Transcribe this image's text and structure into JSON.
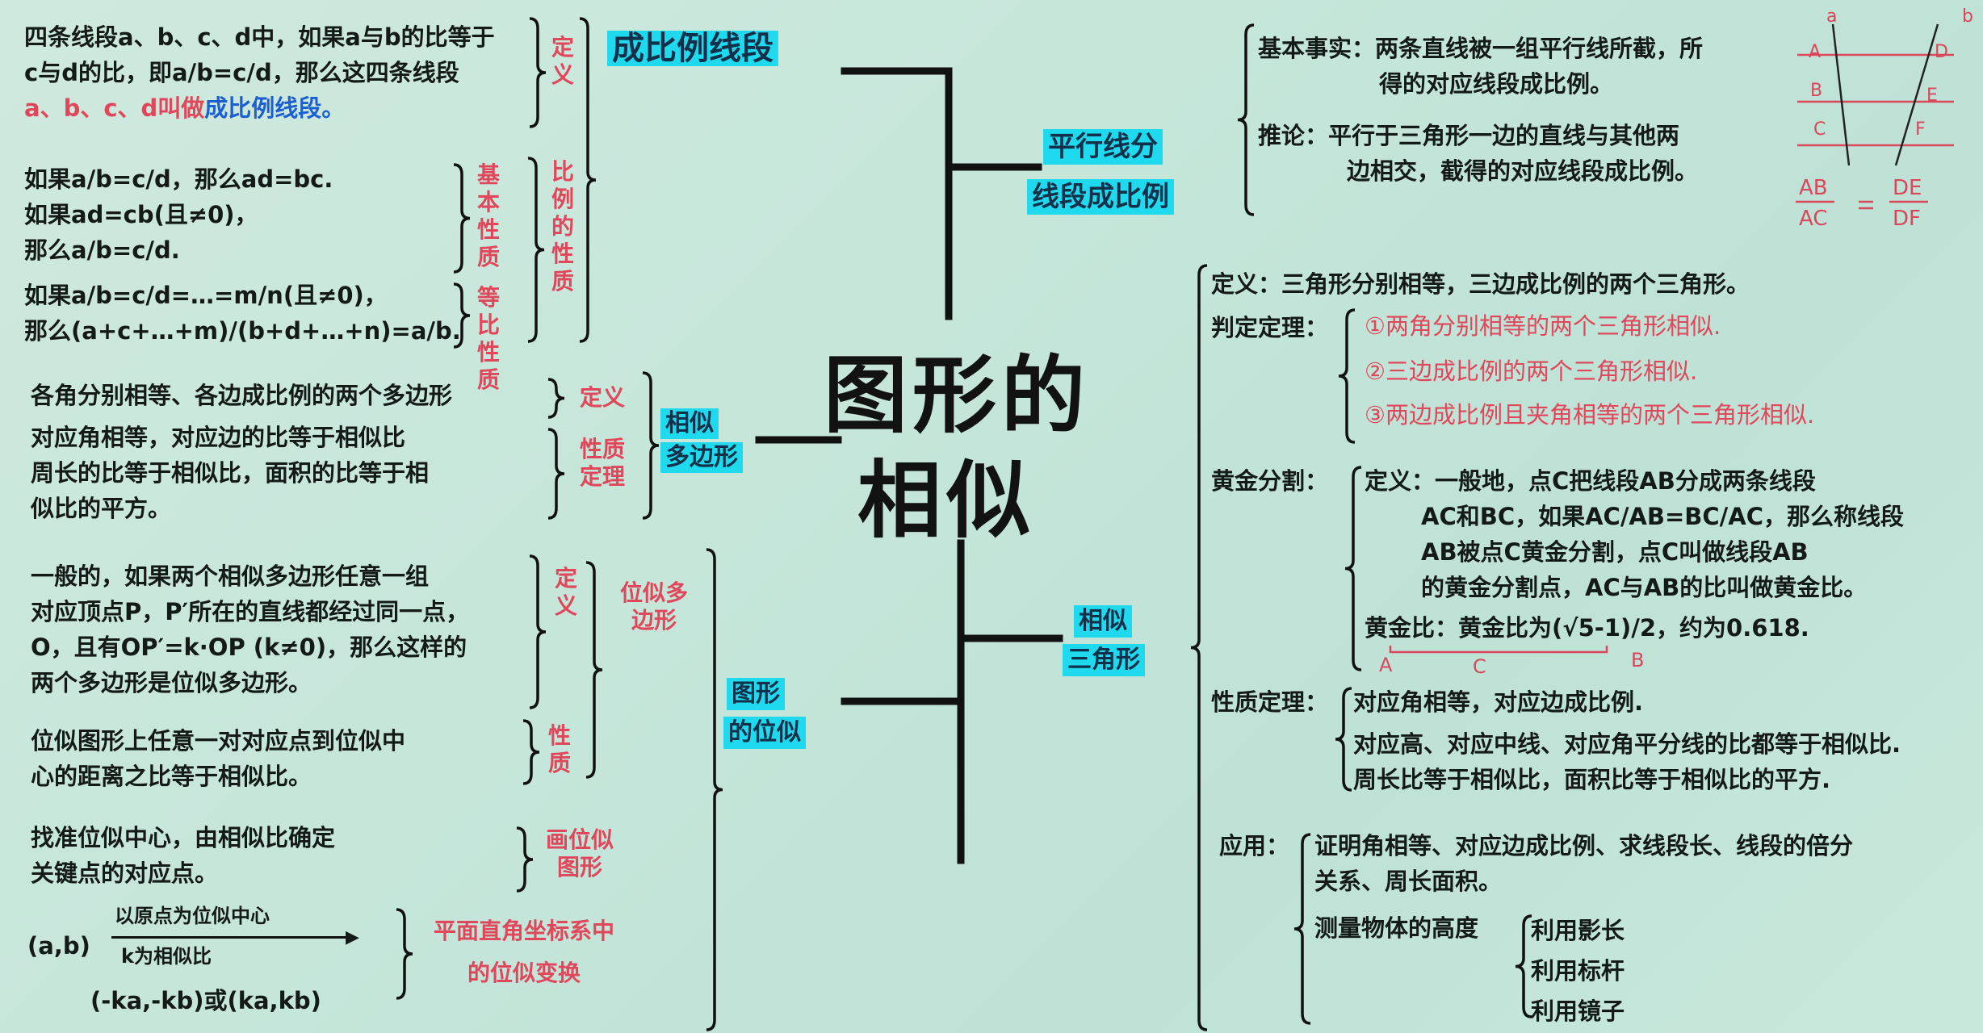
{
  "center_title": {
    "line1": "图形的",
    "line2": "相似"
  },
  "branches": {
    "segments": "成比例线段",
    "parallel": {
      "line1": "平行线分",
      "line2": "线段成比例"
    },
    "polygons": {
      "line1": "相似",
      "line2": "多边形"
    },
    "homothety": {
      "line1": "图形",
      "line2": "的位似"
    },
    "triangles": {
      "line1": "相似",
      "line2": "三角形"
    }
  },
  "segments": {
    "definition": {
      "label": "定义",
      "lines": [
        "四条线段a、b、c、d中，如果a与b的比等于",
        "c与d的比，即a/b=c/d，那么这四条线段"
      ],
      "line3_red": "a、b、c、d叫做",
      "line3_blue": "成比例线段。"
    },
    "properties": {
      "label": "比例的性质",
      "basic": {
        "label": "基本性质",
        "lines": [
          "如果a/b=c/d，那么ad=bc.",
          "如果ad=cb(且≠0)，",
          "那么a/b=c/d."
        ]
      },
      "equal_ratio": {
        "label": "等比性质",
        "lines": [
          "如果a/b=c/d=…=m/n(且≠0)，",
          "那么(a+c+…+m)/(b+d+…+n)=a/b."
        ]
      }
    }
  },
  "polygons": {
    "definition": {
      "label": "定义",
      "text": "各角分别相等、各边成比例的两个多边形"
    },
    "theorem": {
      "label": "性质定理",
      "lines": [
        "对应角相等，对应边的比等于相似比",
        "周长的比等于相似比，面积的比等于相",
        "似比的平方。"
      ]
    }
  },
  "homothety": {
    "polygon_label": "位似多边形",
    "definition": {
      "label": "定义",
      "lines": [
        "一般的，如果两个相似多边形任意一组",
        "对应顶点P，P′所在的直线都经过同一点，",
        "O，且有OP′=k·OP (k≠0)，那么这样的",
        "两个多边形是位似多边形。"
      ]
    },
    "property": {
      "label": "性质",
      "lines": [
        "位似图形上任意一对对应点到位似中",
        "心的距离之比等于相似比。"
      ]
    },
    "drawing": {
      "label": "画位似图形",
      "lines": [
        "找准位似中心，由相似比确定",
        "关键点的对应点。"
      ]
    },
    "coordinates": {
      "label": "平面直角坐标系中的位似变换",
      "from": "(a,b)",
      "arrow_top": "以原点为位似中心",
      "arrow_bottom": "k为相似比",
      "result": "(-ka,-kb)或(ka,kb)"
    }
  },
  "parallel": {
    "fact": {
      "label": "基本事实：",
      "lines": [
        "两条直线被一组平行线所截，所",
        "得的对应线段成比例。"
      ]
    },
    "corollary": {
      "label": "推论：",
      "lines": [
        "平行于三角形一边的直线与其他两",
        "边相交，截得的对应线段成比例。"
      ]
    },
    "figure": {
      "line_labels": [
        "a",
        "b"
      ],
      "points": [
        "A",
        "B",
        "C",
        "D",
        "E",
        "F"
      ],
      "equation_left_num": "AB",
      "equation_left_den": "AC",
      "equation_eq": "=",
      "equation_right_num": "DE",
      "equation_right_den": "DF"
    }
  },
  "triangles": {
    "definition": "定义：三角形分别相等，三边成比例的两个三角形。",
    "criteria": {
      "label": "判定定理：",
      "items": [
        "①两角分别相等的两个三角形相似.",
        "②三边成比例的两个三角形相似.",
        "③两边成比例且夹角相等的两个三角形相似."
      ]
    },
    "golden": {
      "label": "黄金分割：",
      "lines": [
        "定义：一般地，点C把线段AB分成两条线段",
        "AC和BC，如果AC/AB=BC/AC，那么称线段",
        "AB被点C黄金分割，点C叫做线段AB",
        "的黄金分割点，AC与AB的比叫做黄金比。"
      ],
      "ratio": "黄金比：黄金比为(√5-1)/2，约为0.618.",
      "segment_labels": [
        "A",
        "C",
        "B"
      ]
    },
    "properties": {
      "label": "性质定理：",
      "lines": [
        "对应角相等，对应边成比例.",
        "对应高、对应中线、对应角平分线的比都等于相似比.",
        "周长比等于相似比，面积比等于相似比的平方."
      ]
    },
    "application": {
      "label": "应用：",
      "lines": [
        "证明角相等、对应边成比例、求线段长、线段的倍分",
        "关系、周长面积。"
      ],
      "measure": "测量物体的高度",
      "methods": [
        "利用影长",
        "利用标杆",
        "利用镜子"
      ]
    }
  },
  "colors": {
    "background": "#c6e6da",
    "highlight": "#1fd9ee",
    "red": "#e0475a",
    "blue": "#1c5fd0",
    "ink": "#141a18"
  }
}
